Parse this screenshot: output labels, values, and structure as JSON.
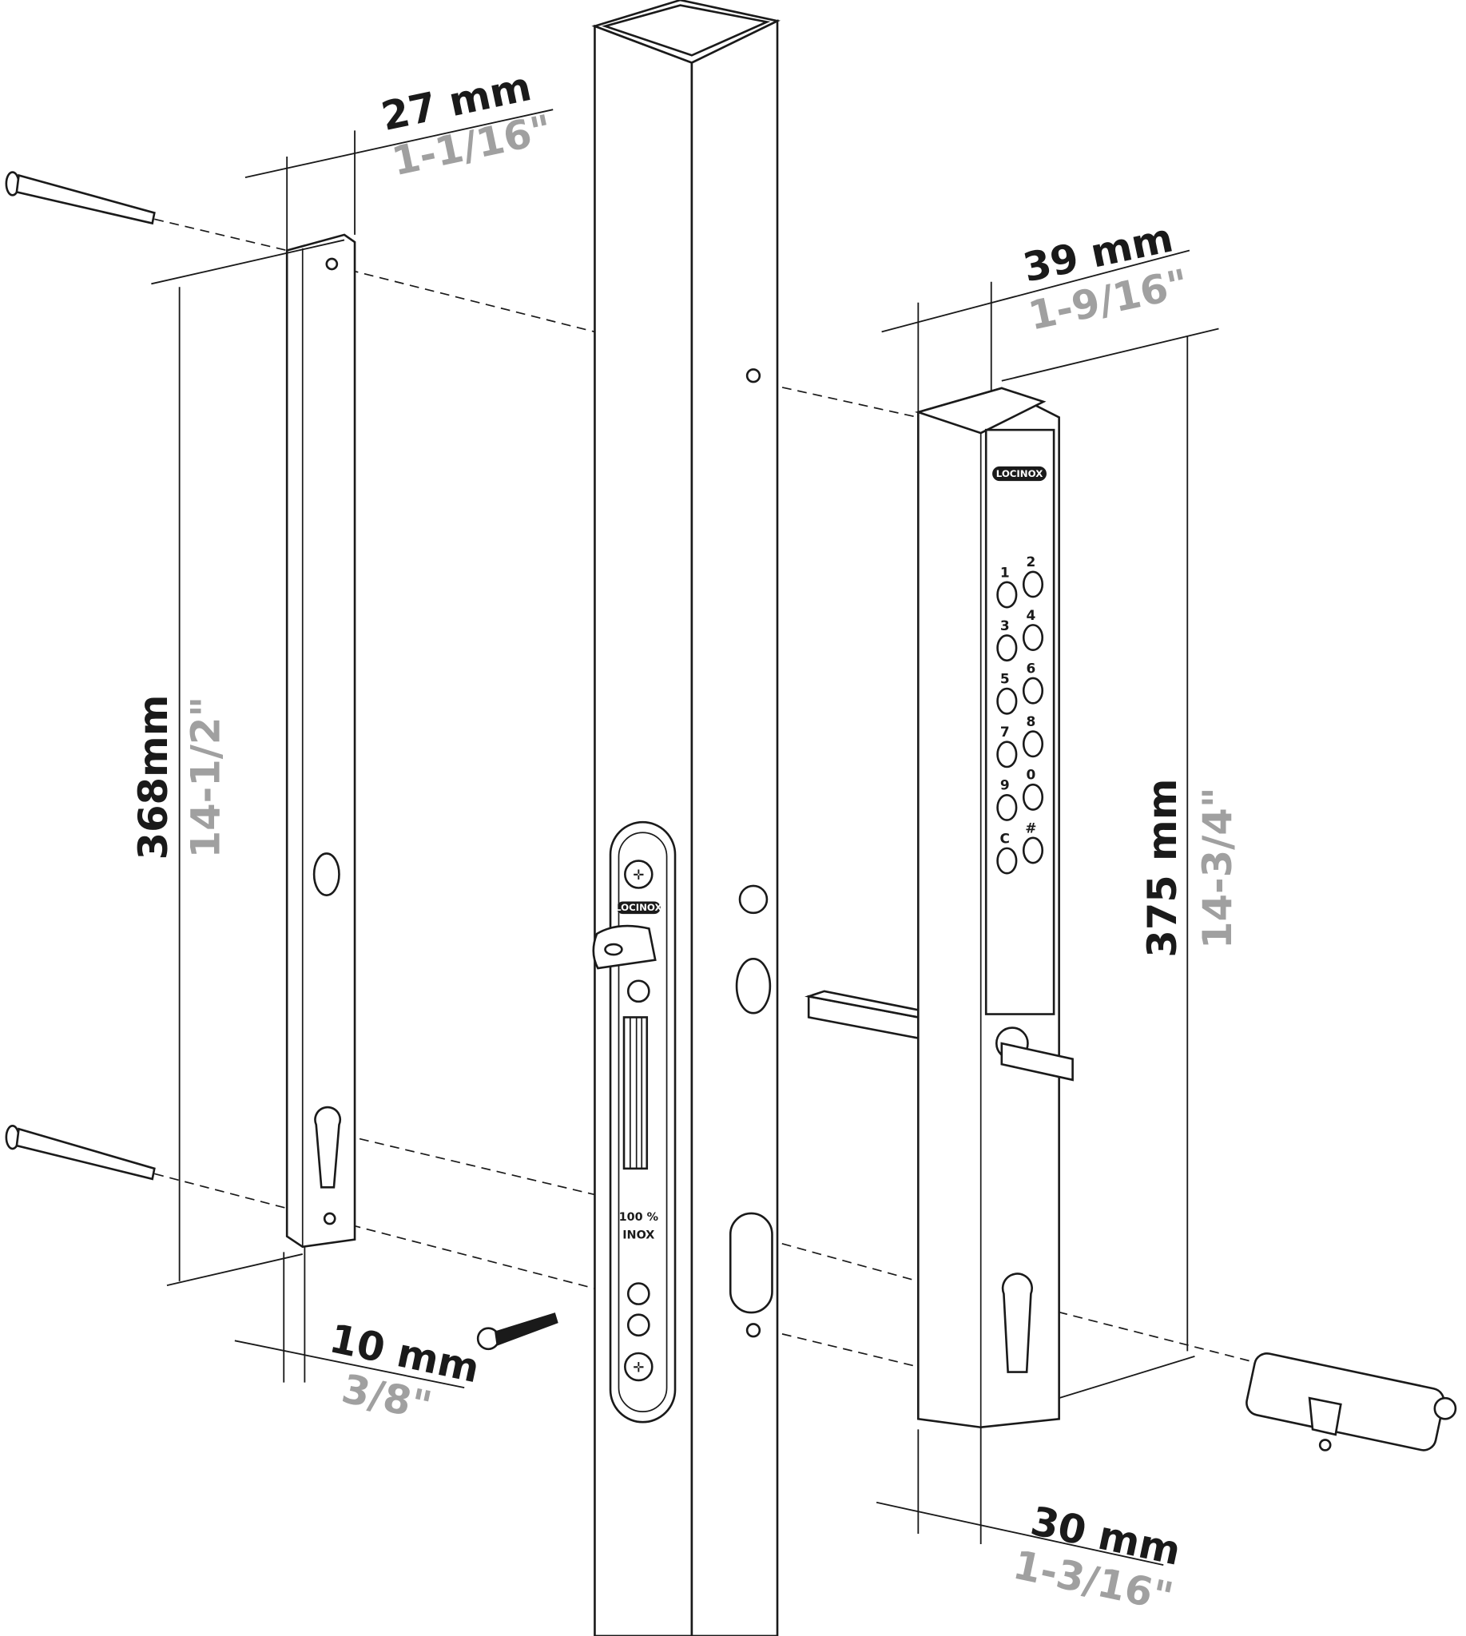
{
  "dimensions": {
    "plate_thickness": {
      "mm": "27 mm",
      "inch": "1-1/16\""
    },
    "keypad_depth": {
      "mm": "39 mm",
      "inch": "1-9/16\""
    },
    "plate_height": {
      "mm": "368mm",
      "inch": "14-1/2\""
    },
    "keypad_height": {
      "mm": "375 mm",
      "inch": "14-3/4\""
    },
    "plate_width": {
      "mm": "10 mm",
      "inch": "3/8\""
    },
    "keypad_width": {
      "mm": "30 mm",
      "inch": "1-3/16\""
    }
  },
  "brand_logo": "LOCINOX",
  "lock_label": {
    "line1": "100 %",
    "line2": "INOX"
  },
  "keypad": {
    "keys": [
      {
        "label": "1"
      },
      {
        "label": "2"
      },
      {
        "label": "3"
      },
      {
        "label": "4"
      },
      {
        "label": "5"
      },
      {
        "label": "6"
      },
      {
        "label": "7"
      },
      {
        "label": "8"
      },
      {
        "label": "9"
      },
      {
        "label": "0"
      },
      {
        "label": "C"
      },
      {
        "label": "#"
      }
    ]
  }
}
